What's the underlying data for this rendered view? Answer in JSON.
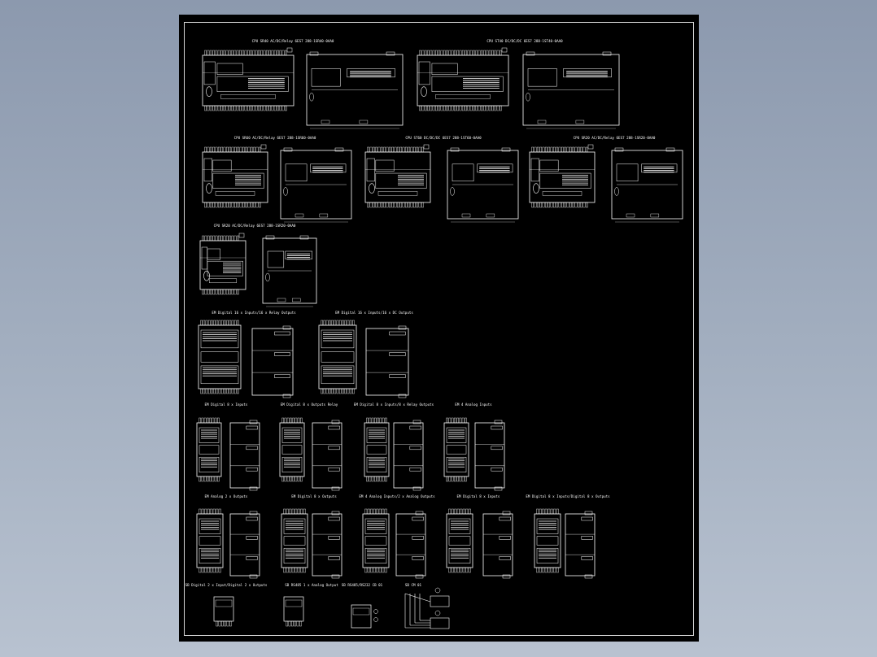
{
  "viewer": {
    "background_color": "#96a3b7",
    "sheet_color": "#000000",
    "line_color": "#ffffff"
  },
  "drawing": {
    "titles": [
      "CPU SR40 AC/DC/Relay 6ES7 288-1SR40-0AA0",
      "CPU ST40 DC/DC/DC 6ES7 288-1ST40-0AA0",
      "CPU SR60 AC/DC/Relay 6ES7 288-1SR60-0AA0",
      "CPU ST60 DC/DC/DC 6ES7 288-1ST60-0AA0",
      "CPU SR20 AC/DC/Relay 6ES7 288-1SR20-0AA0",
      "EM Digital 16 x Inputs/16 x Relay Outputs",
      "EM Digital 16 x Inputs/16 x DC Outputs",
      "EM Digital 8 x Inputs",
      "EM Digital 8 x Outputs Relay",
      "EM Digital 8 x Inputs/8 x Relay Outputs",
      "EM 4 Analog Inputs",
      "EM Analog 2 x Outputs",
      "EM Digital 8 x Outputs",
      "EM 4 Analog Inputs/2 x Analog Outputs",
      "EM Digital 8 x Inputs",
      "EM Digital 8 x Inputs/Digital 8 x Outputs",
      "SB Digital 2 x Input/Digital 2 x Outputs",
      "SB RS485 1 x Analog Output",
      "SB RS485/RS232 CB 01",
      "SB CM 01"
    ]
  }
}
